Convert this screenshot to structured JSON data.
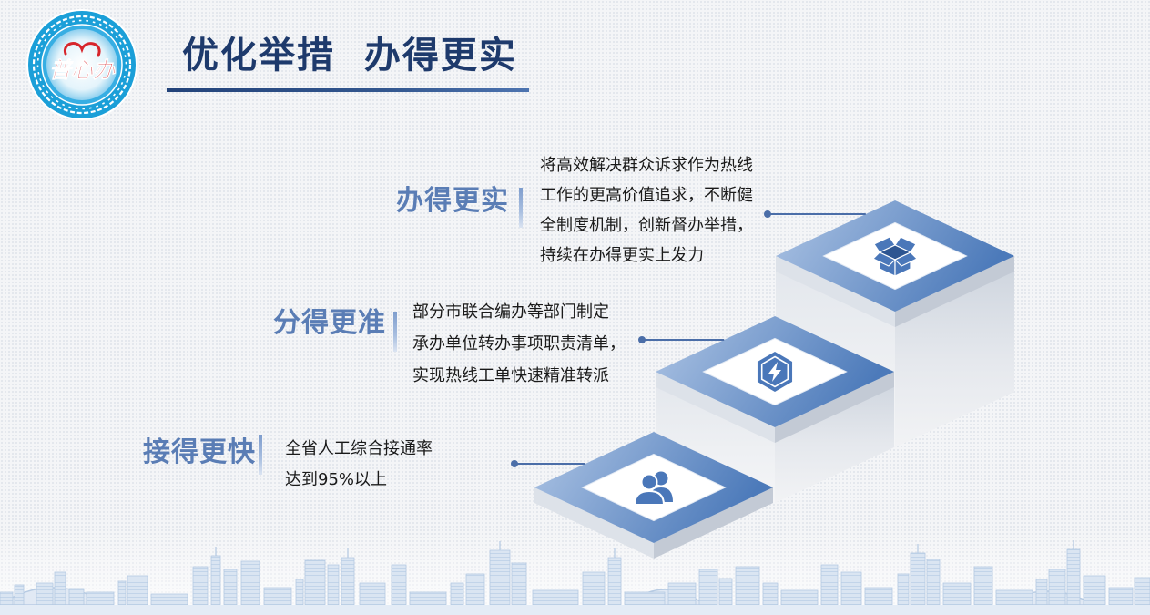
{
  "logo": {
    "text": "普心办"
  },
  "title": "优化举措  办得更实",
  "steps": [
    {
      "label": "办得更实",
      "description": [
        "将高效解决群众诉求作为热线",
        "工作的更高价值追求，不断健",
        "全制度机制，创新督办举措，",
        "持续在办得更实上发力"
      ],
      "icon": "box-open-icon"
    },
    {
      "label": "分得更准",
      "description": [
        "部分市联合编办等部门制定",
        "承办单位转办事项职责清单，",
        "实现热线工单快速精准转派"
      ],
      "icon": "lightning-hexagon-icon"
    },
    {
      "label": "接得更快",
      "description": [
        "全省人工综合接通率",
        "达到95%以上"
      ],
      "icon": "users-icon"
    }
  ],
  "colors": {
    "title": "#1e3a6c",
    "label": "#5a7db5",
    "text": "#1a1a1a",
    "icon": "#4a77b9",
    "connector": "#4b6ea8",
    "platform_light": "#adc4e4",
    "platform_dark": "#4c7aba",
    "logo_ring": "#1b9fd8",
    "logo_text": "#d7262c"
  }
}
